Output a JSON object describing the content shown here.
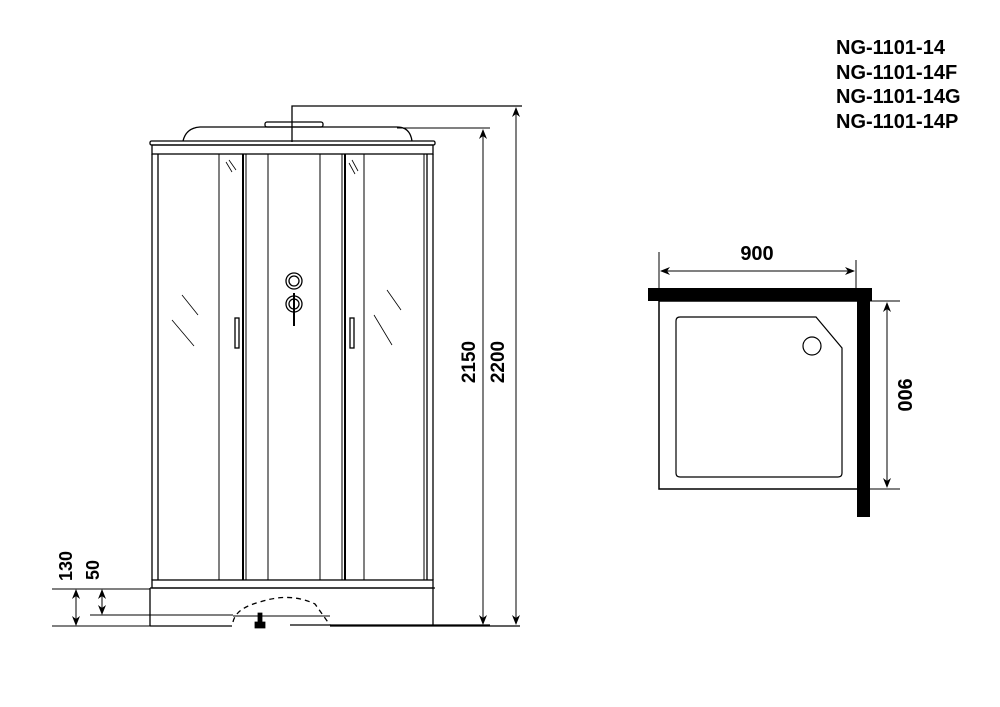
{
  "models": [
    "NG-1101-14",
    "NG-1101-14F",
    "NG-1101-14G",
    "NG-1101-14P"
  ],
  "front_view": {
    "dimensions": {
      "total_height": "2200",
      "cabin_height": "2150",
      "tray_height": "130",
      "tray_foot_clearance": "50"
    }
  },
  "top_view": {
    "dimensions": {
      "width": "900",
      "depth": "900"
    }
  },
  "colors": {
    "line": "#000000",
    "background": "#ffffff"
  }
}
